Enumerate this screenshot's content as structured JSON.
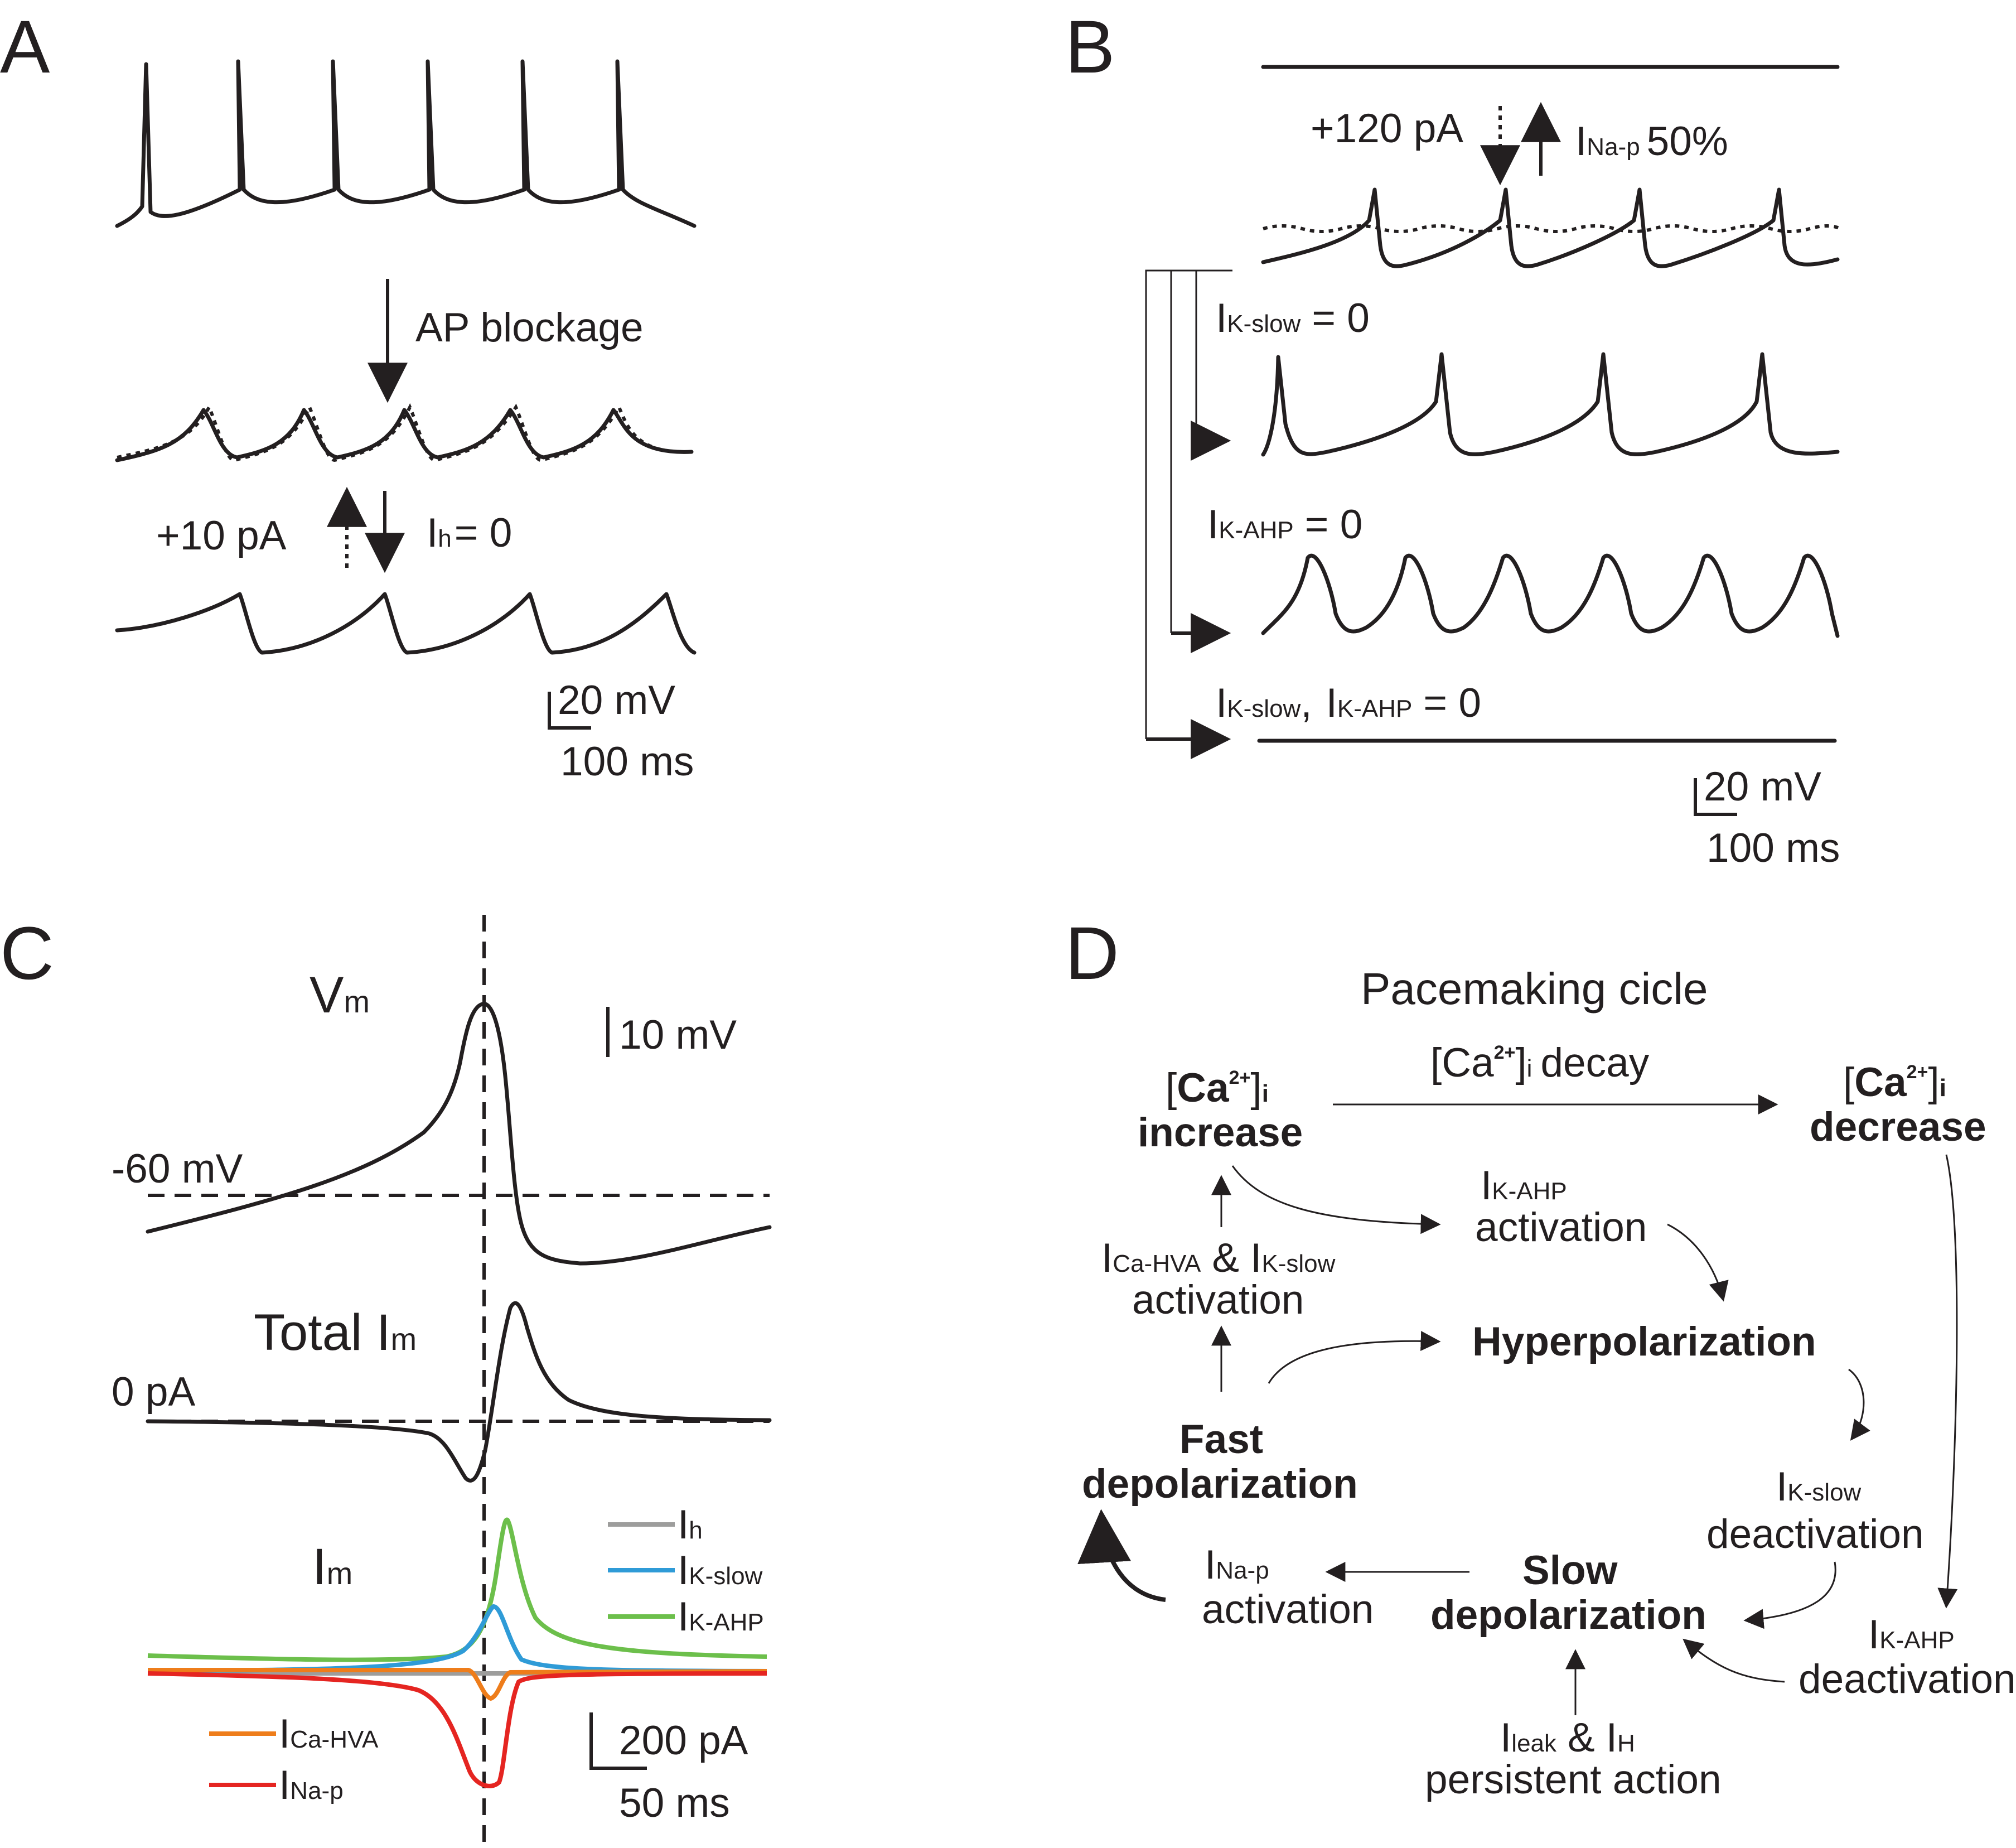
{
  "panels": {
    "a": "A",
    "b": "B",
    "c": "C",
    "d": "D"
  },
  "panel_a": {
    "ap_blockage": "AP blockage",
    "plus10": "+10 pA",
    "ih_i": "I",
    "ih_sub": "h",
    "ih_rest": "= 0",
    "scale_mv": "20 mV",
    "scale_ms": "100 ms"
  },
  "panel_b": {
    "plus120": "+120 pA",
    "inap_i": "I",
    "inap_sub": "Na-p",
    "inap_rest": "50%",
    "k1_i": "I",
    "k1_sub": "K-slow",
    "k1_rest": "= 0",
    "k2_i": "I",
    "k2_sub": "K-AHP",
    "k2_rest": "= 0",
    "k3a_i": "I",
    "k3a_sub": "K-slow",
    "k3a_comma": ",",
    "k3b_i": "I",
    "k3b_sub": "K-AHP",
    "k3b_rest": "= 0",
    "scale_mv": "20 mV",
    "scale_ms": "100 ms"
  },
  "panel_c": {
    "vm_v": "V",
    "vm_sub": "m",
    "scale_10mv": "10 mV",
    "minus60": "-60 mV",
    "total_a": "Total I",
    "total_sub": "m",
    "zero_pa": "0 pA",
    "im_i": "I",
    "im_sub": "m",
    "legend": {
      "ih_i": "I",
      "ih_sub": "h",
      "ih_color": "#9d9d9c",
      "ks_i": "I",
      "ks_sub": "K-slow",
      "ks_color": "#2f9bd7",
      "ka_i": "I",
      "ka_sub": "K-AHP",
      "ka_color": "#6cbf4b",
      "ca_i": "I",
      "ca_sub": "Ca-HVA",
      "ca_color": "#ee7d1b",
      "na_i": "I",
      "na_sub": "Na-p",
      "na_color": "#e52521"
    },
    "scale_pa": "200 pA",
    "scale_ms": "50 ms"
  },
  "panel_d": {
    "title": "Pacemaking cicle",
    "ca_inc_open": "[",
    "ca_inc_ca": "Ca",
    "ca_inc_sup": "2+",
    "ca_inc_close": "]",
    "ca_inc_i": "i",
    "ca_inc_word": "increase",
    "decay_open": "[Ca",
    "decay_sup": "2+",
    "decay_close": "]",
    "decay_i": "i",
    "decay_word": "decay",
    "ca_dec_open": "[",
    "ca_dec_ca": "Ca",
    "ca_dec_sup": "2+",
    "ca_dec_close": "]",
    "ca_dec_i": "i",
    "ca_dec_word": "decrease",
    "kahp_act_i": "I",
    "kahp_act_sub": "K-AHP",
    "kahp_act_word": "activation",
    "ca_k_i1": "I",
    "ca_k_sub1": "Ca-HVA",
    "ca_k_amp": "&",
    "ca_k_i2": "I",
    "ca_k_sub2": "K-slow",
    "ca_k_word": "activation",
    "hyper": "Hyperpolarization",
    "fast1": "Fast",
    "fast2": "depolarization",
    "kslow_deact_i": "I",
    "kslow_deact_sub": "K-slow",
    "kslow_deact_word": "deactivation",
    "slow1": "Slow",
    "slow2": "depolarization",
    "nap_i": "I",
    "nap_sub": "Na-p",
    "nap_word": "activation",
    "kahp_deact_i": "I",
    "kahp_deact_sub": "K-AHP",
    "kahp_deact_word": "deactivation",
    "leak_i1": "I",
    "leak_sub1": "leak",
    "leak_amp": "&",
    "leak_i2": "I",
    "leak_sub2": "H",
    "leak_word": "persistent action"
  }
}
